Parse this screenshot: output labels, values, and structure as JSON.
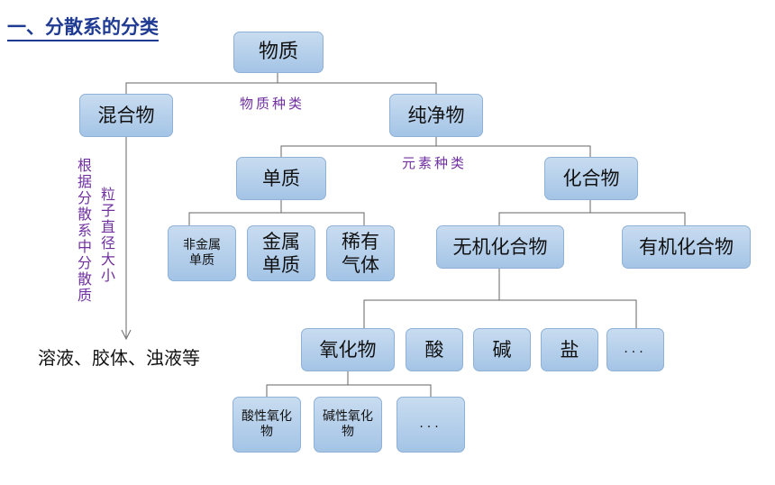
{
  "title": "一、分散系的分类",
  "nodes": {
    "wuzhi": "物质",
    "hunhewu": "混合物",
    "chunjingwu": "纯净物",
    "danzhi": "单质",
    "huahewu": "化合物",
    "feijinshu": "非金属单质",
    "jinshu": "金属单质",
    "xiyou": "稀有气体",
    "wuji": "无机化合物",
    "youji": "有机化合物",
    "yanghuawu": "氧化物",
    "suan": "酸",
    "jian": "碱",
    "yan": "盐",
    "more1": "...",
    "suanxing": "酸性氧化物",
    "jianxing": "碱性氧化物",
    "more2": "..."
  },
  "labels": {
    "wuzhi_zhonglei": "物质种类",
    "yuansu_zhonglei": "元素种类",
    "genju": "根据分散系中分散质",
    "lizi": "粒子直径大小"
  },
  "result": "溶液、胶体、浊液等",
  "colors": {
    "box_top": "#c8dcf0",
    "box_bottom": "#a4c4e6",
    "label": "#7030a0",
    "title": "#1f3a93"
  }
}
